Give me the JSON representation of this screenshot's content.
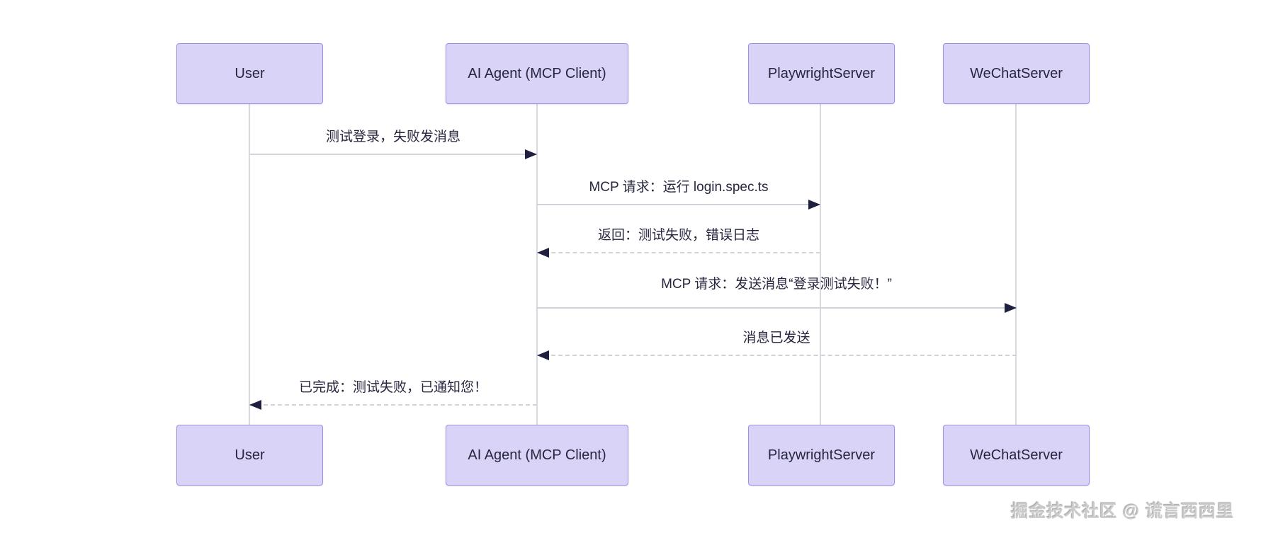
{
  "diagram": {
    "type": "sequence",
    "actors": [
      {
        "id": "user",
        "name": "User"
      },
      {
        "id": "ai-agent",
        "name": "AI Agent (MCP Client)"
      },
      {
        "id": "playwright-server",
        "name": "PlaywrightServer"
      },
      {
        "id": "wechat-server",
        "name": "WeChatServer"
      }
    ],
    "messages": [
      {
        "from": "user",
        "to": "ai-agent",
        "style": "solid",
        "text": "测试登录，失败发消息"
      },
      {
        "from": "ai-agent",
        "to": "playwright-server",
        "style": "solid",
        "text": "MCP 请求：运行 login.spec.ts"
      },
      {
        "from": "playwright-server",
        "to": "ai-agent",
        "style": "dashed",
        "text": "返回：测试失败，错误日志"
      },
      {
        "from": "ai-agent",
        "to": "wechat-server",
        "style": "solid",
        "text": "MCP 请求：发送消息“登录测试失败！”"
      },
      {
        "from": "wechat-server",
        "to": "ai-agent",
        "style": "dashed",
        "text": "消息已发送"
      },
      {
        "from": "ai-agent",
        "to": "user",
        "style": "dashed",
        "text": "已完成：测试失败，已通知您！"
      }
    ]
  },
  "watermark": {
    "text": "掘金技术社区 @ 谎言西西里"
  },
  "colors": {
    "background": "#ffffff",
    "actor_fill": "#d9d4f7",
    "actor_border": "#9e8fe8",
    "lifeline": "#d9d9e0",
    "message_line": "#d2d2da",
    "arrowhead": "#1f2040",
    "text": "#26263f",
    "watermark": "#cbcbcb"
  }
}
